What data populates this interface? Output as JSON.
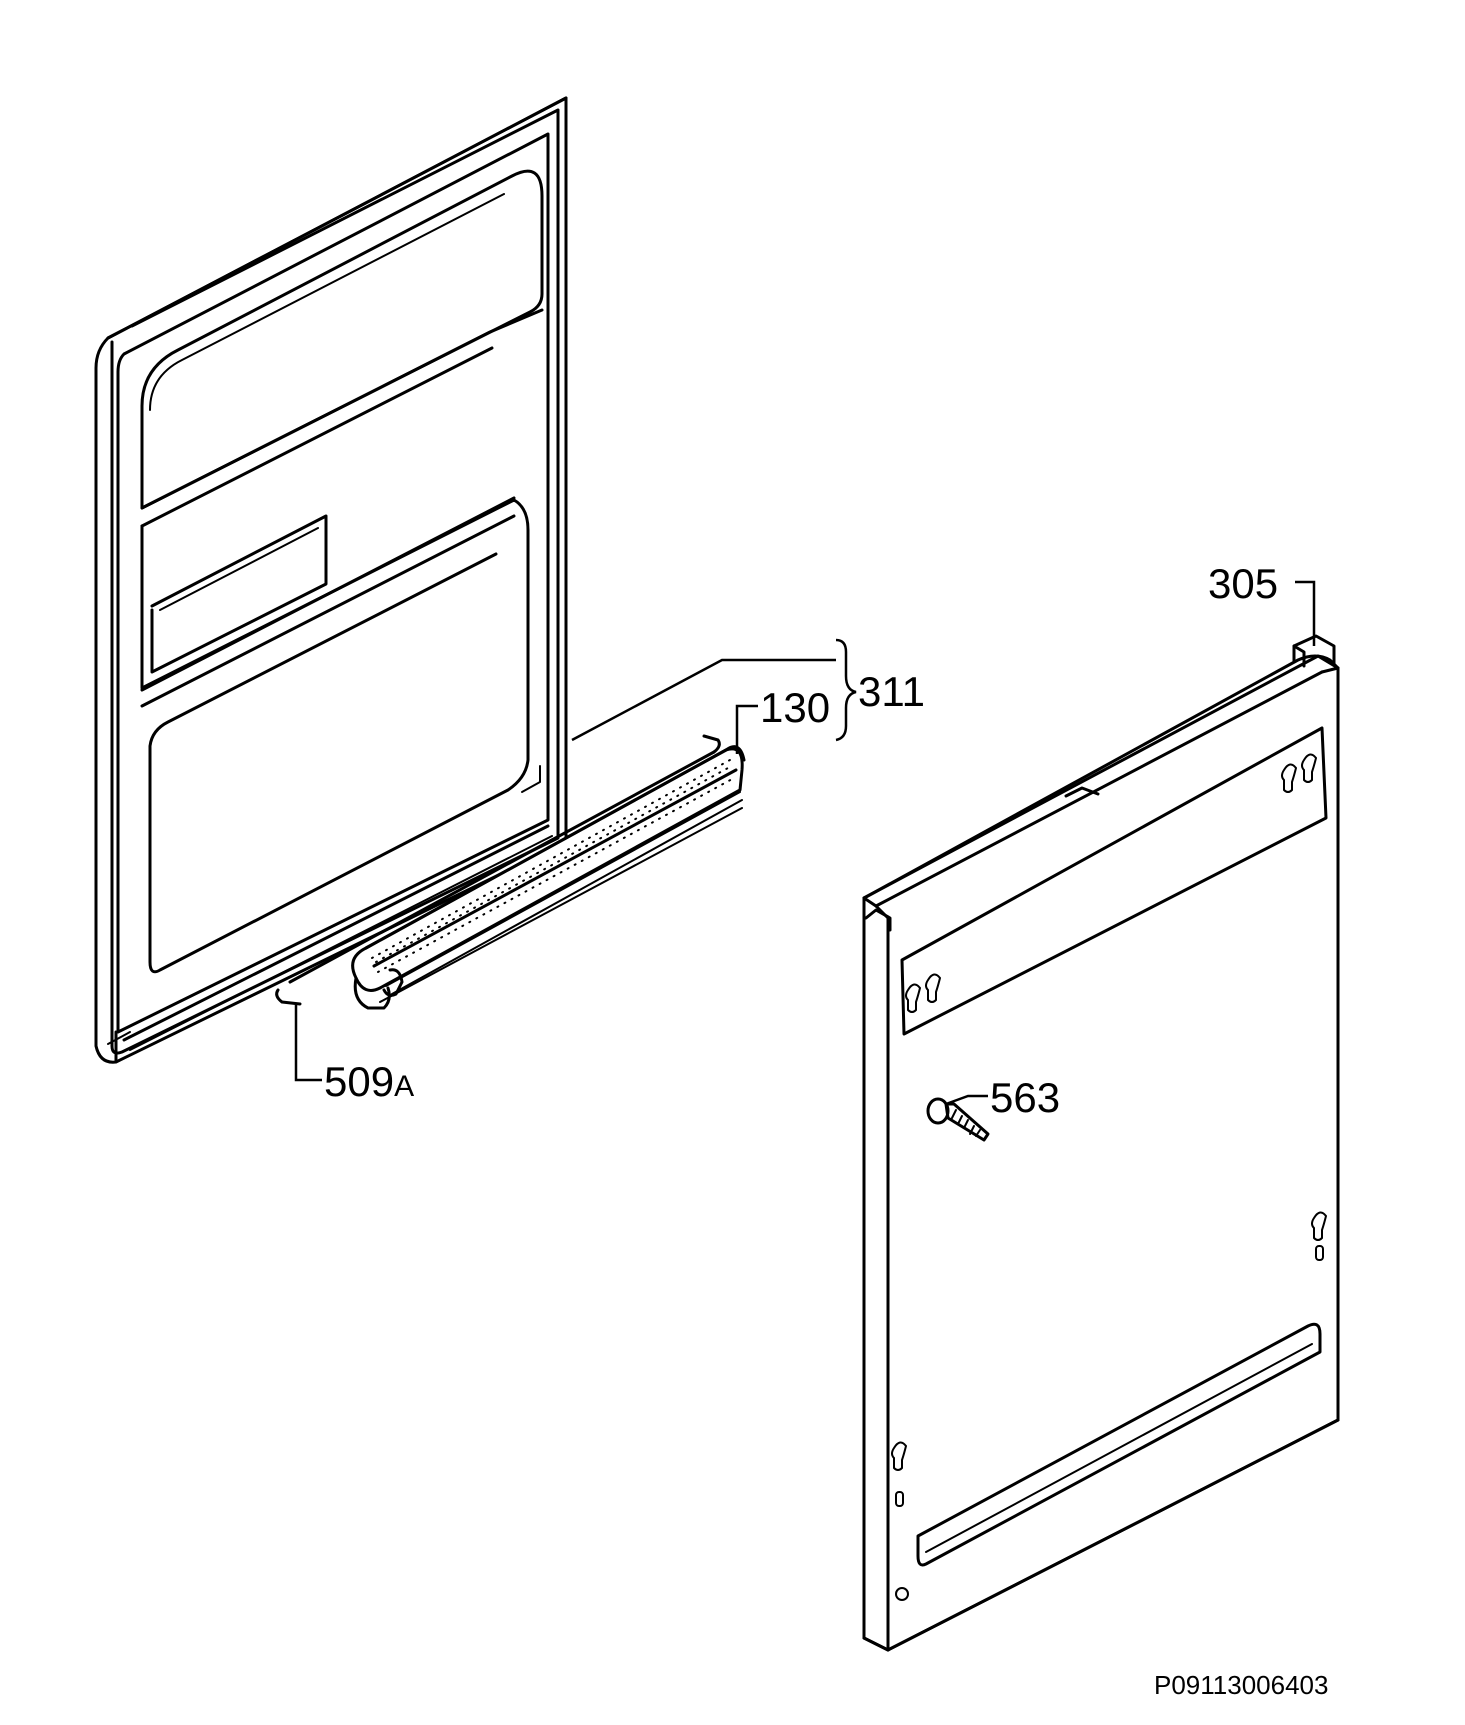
{
  "diagram": {
    "drawing_code": "P09113006403",
    "callouts": {
      "inner_door_seal_group": "311",
      "door_seal": "130",
      "seal_clip": "509",
      "seal_clip_suffix": "A",
      "outer_door_panel": "305",
      "screw": "563"
    }
  }
}
